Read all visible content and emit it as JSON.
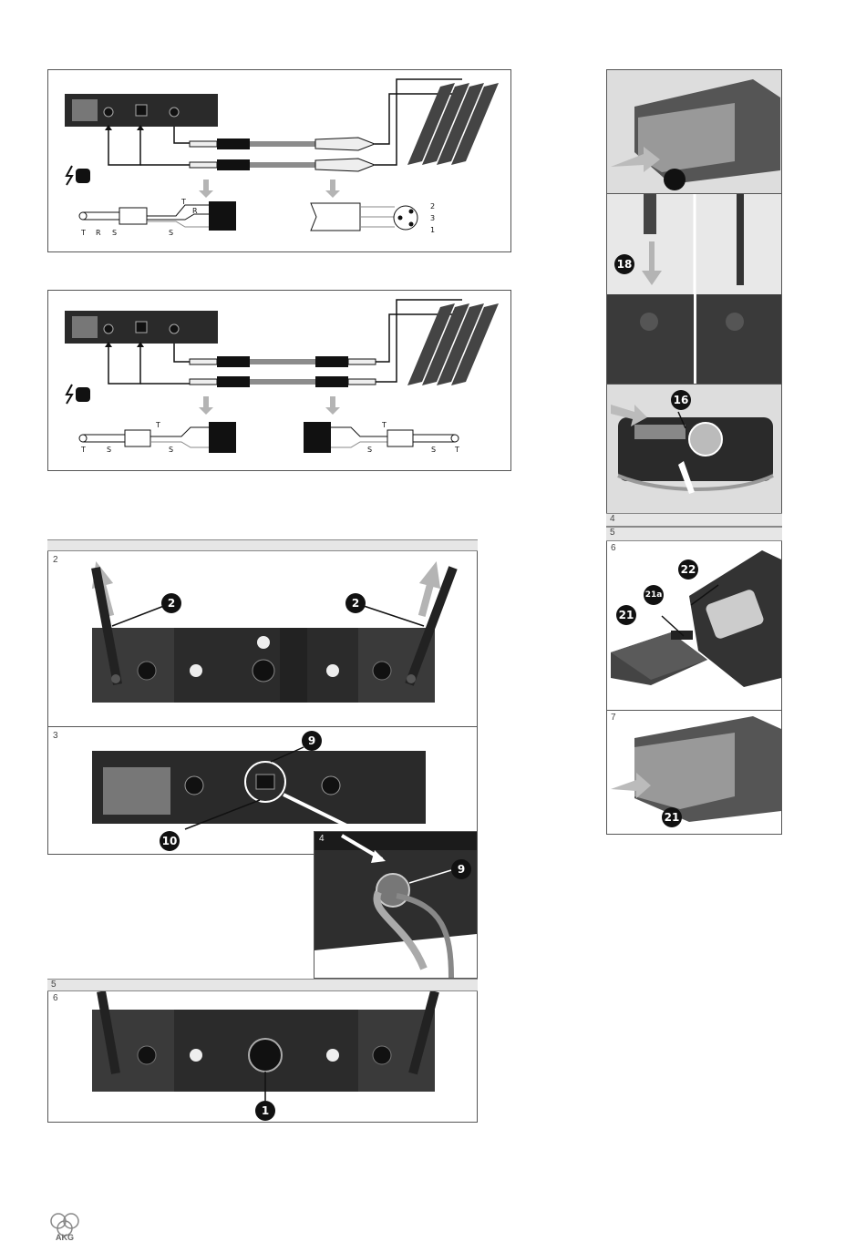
{
  "wiring_top": {
    "tip_labels_left": [
      "T",
      "R",
      "S"
    ],
    "wire_labels_left": [
      "T",
      "R",
      "S"
    ],
    "xlr_pins": [
      "2",
      "3",
      "1"
    ]
  },
  "wiring_bottom": {
    "tip_labels_left": [
      "T",
      "S"
    ],
    "wire_labels_left": [
      "T",
      "S"
    ],
    "wire_labels_right": [
      "T",
      "S"
    ],
    "tip_labels_right": [
      "S",
      "T"
    ]
  },
  "receiver_panels": {
    "header_bar": "",
    "panel_2_number": "2",
    "panel_3_number": "3",
    "panel_4_number": "4",
    "bar_5_number": "5",
    "panel_6_number": "6",
    "callouts": {
      "antenna_left": "2",
      "antenna_right": "2",
      "connector_top": "9",
      "switch": "10",
      "connector_detail": "9",
      "power": "1"
    }
  },
  "transmitter_panels": {
    "bar_4_number": "4",
    "bar_5_number": "5",
    "panel_6_number": "6",
    "panel_7_number": "7",
    "callouts": {
      "mic_connector": "18",
      "controls": "16",
      "battery_a": "22",
      "battery_b": "21a",
      "battery_cover": "21",
      "battery_cover_insert": "21"
    }
  },
  "logo": {
    "icon": "akg-logo-icon",
    "text": "AKG"
  },
  "colors": {
    "device_dark": "#2a2a2a",
    "cable_grey": "#8c8c8c",
    "arrow_grey": "#b4b4b4",
    "bar_grey": "#e6e6e6"
  }
}
